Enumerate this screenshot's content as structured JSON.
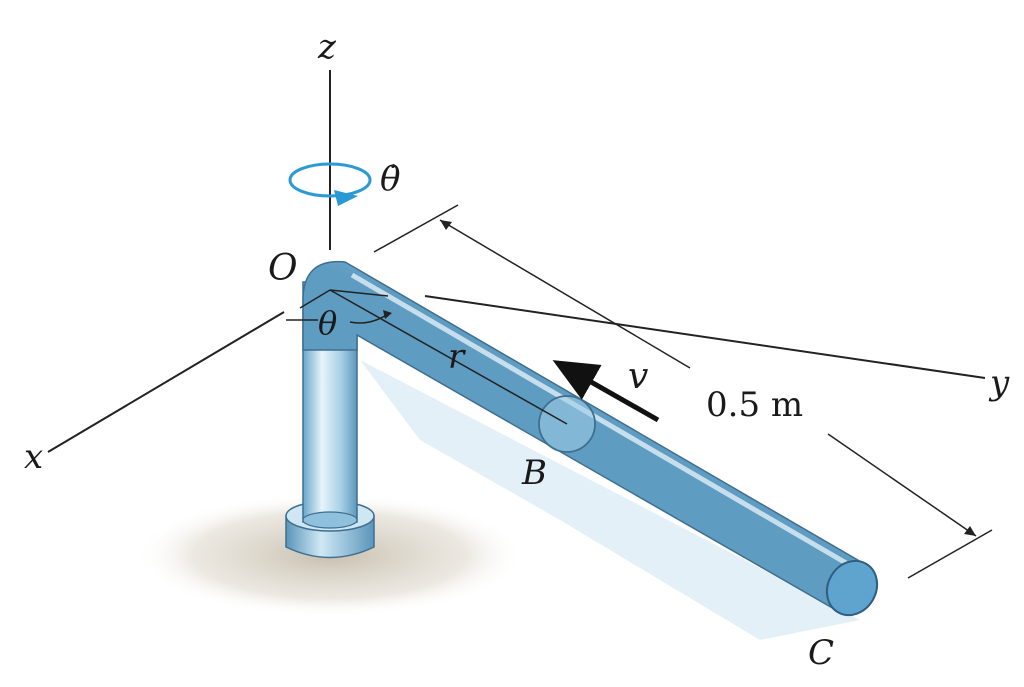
{
  "labels": {
    "z_axis": "z",
    "x_axis": "x",
    "y_axis": "y",
    "origin": "O",
    "angle": "θ",
    "angular_rate": "θ̇",
    "radial": "r",
    "velocity": "v",
    "collar": "B",
    "end": "C",
    "length": "0.5 m"
  },
  "colors": {
    "rod_light": "#dff0f9",
    "rod_mid": "#a9d3ea",
    "rod_dark": "#5f9fc4",
    "rotation_arrow": "#2a9ad6",
    "shadow_ground": "#cfc8b8",
    "shadow_rod": "#d7e9f4",
    "line": "#222222"
  }
}
